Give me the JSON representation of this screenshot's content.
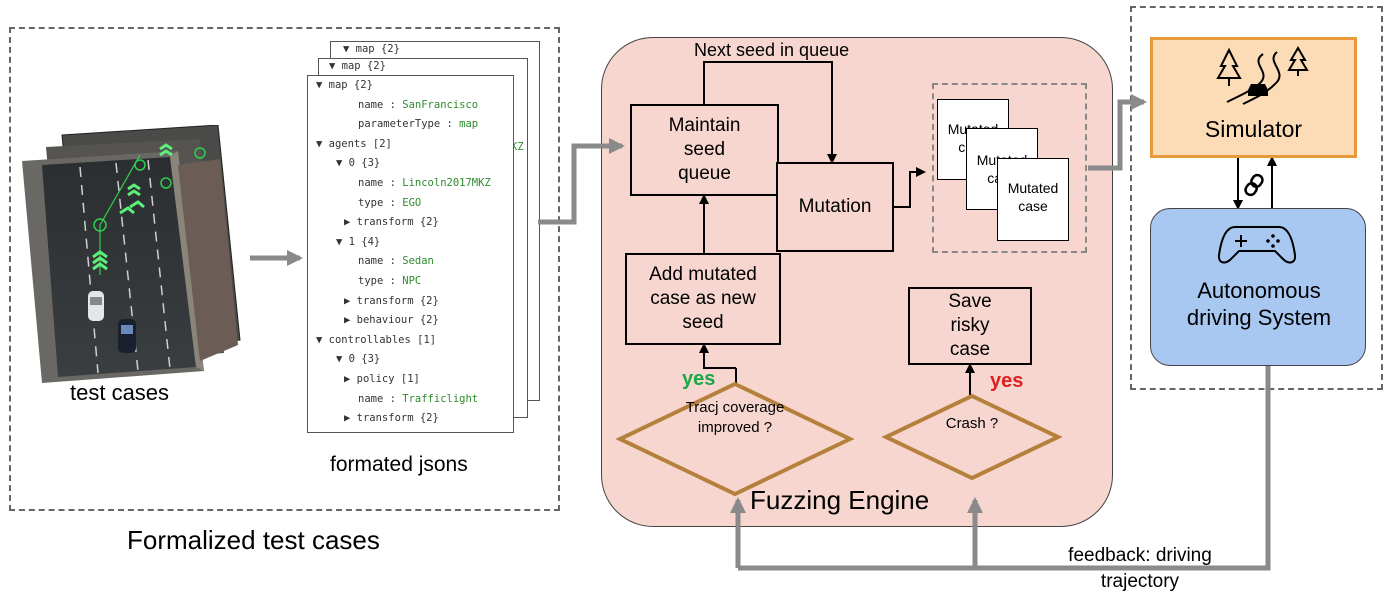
{
  "left_group": {
    "caption": "Formalized test cases",
    "screens_label": "test cases",
    "jsons_label": "formated jsons"
  },
  "json_back": [
    "▼ map  {2}",
    "▼ map  {2}"
  ],
  "json_lines": [
    {
      "t": "▼ map  {2}",
      "v": ""
    },
    {
      "t": "name : ",
      "v": "SanFrancisco"
    },
    {
      "t": "parameterType : ",
      "v": "map"
    },
    {
      "t": "▼ agents [2]",
      "v": ""
    },
    {
      "t": "▼ 0  {3}",
      "v": ""
    },
    {
      "t": "name : ",
      "v": "Lincoln2017MKZ"
    },
    {
      "t": "type : ",
      "v": "EGO"
    },
    {
      "t": "▶ transform {2}",
      "v": ""
    },
    {
      "t": "▼ 1  {4}",
      "v": ""
    },
    {
      "t": "name : ",
      "v": "Sedan"
    },
    {
      "t": "type : ",
      "v": "NPC"
    },
    {
      "t": "▶ transform {2}",
      "v": ""
    },
    {
      "t": "▶ behaviour {2}",
      "v": ""
    },
    {
      "t": "▼ controllables [1]",
      "v": ""
    },
    {
      "t": "▼ 0  {3}",
      "v": ""
    },
    {
      "t": "▶ policy [1]",
      "v": ""
    },
    {
      "t": "name : ",
      "v": "Trafficlight"
    },
    {
      "t": "▶ transform {2}",
      "v": ""
    }
  ],
  "json_peek": "KZ",
  "engine": {
    "title": "Fuzzing Engine",
    "next_seed": "Next seed in queue",
    "maintain": "Maintain seed queue",
    "mutation": "Mutation",
    "add_mutated": "Add mutated case as new seed",
    "save_risky": "Save risky case",
    "coverage_decision": "Tracj coverage improved ?",
    "crash_decision": "Crash ?",
    "yes_left": "yes",
    "yes_right": "yes",
    "mutated_cards": [
      "Mutated case",
      "Mutated case",
      "Mutated case"
    ]
  },
  "system": {
    "simulator": "Simulator",
    "ads": "Autonomous driving System",
    "feedback": "feedback: driving trajectory"
  },
  "colors": {
    "engine_fill": "#f6d6cf",
    "simulator_fill": "#fcdcb6",
    "simulator_border": "#e89a3a",
    "ads_fill": "#a8c8f2",
    "diamond_stroke": "#b5803c",
    "yes_green": "#1aa846",
    "yes_red": "#e02020",
    "arrow_gray": "#8a8a8a",
    "json_value": "#2e8b2e"
  }
}
